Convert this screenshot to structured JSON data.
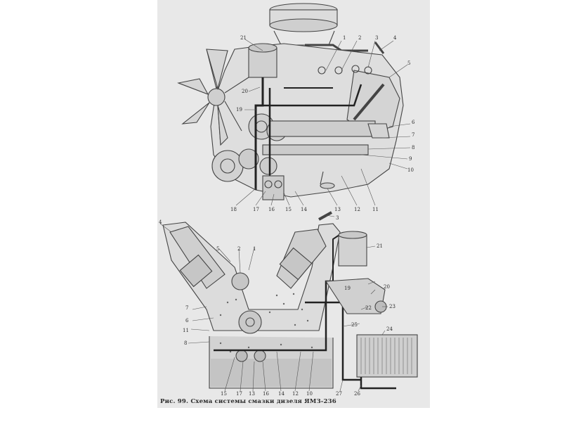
{
  "caption": "Рис. 99. Схема системы смазки дизеля ЯМЗ-236",
  "top_view_labels": [
    "21",
    "1",
    "2",
    "3",
    "4",
    "5",
    "20",
    "19",
    "6",
    "7",
    "8",
    "9",
    "10",
    "18",
    "17",
    "16",
    "15",
    "14",
    "13",
    "12",
    "11"
  ],
  "section_view_labels": [
    "4",
    "3",
    "5",
    "2",
    "1",
    "21",
    "19",
    "20",
    "22",
    "23",
    "7",
    "6",
    "11",
    "8",
    "25",
    "24",
    "15",
    "17",
    "13",
    "16",
    "14",
    "12",
    "10",
    "27",
    "26"
  ]
}
